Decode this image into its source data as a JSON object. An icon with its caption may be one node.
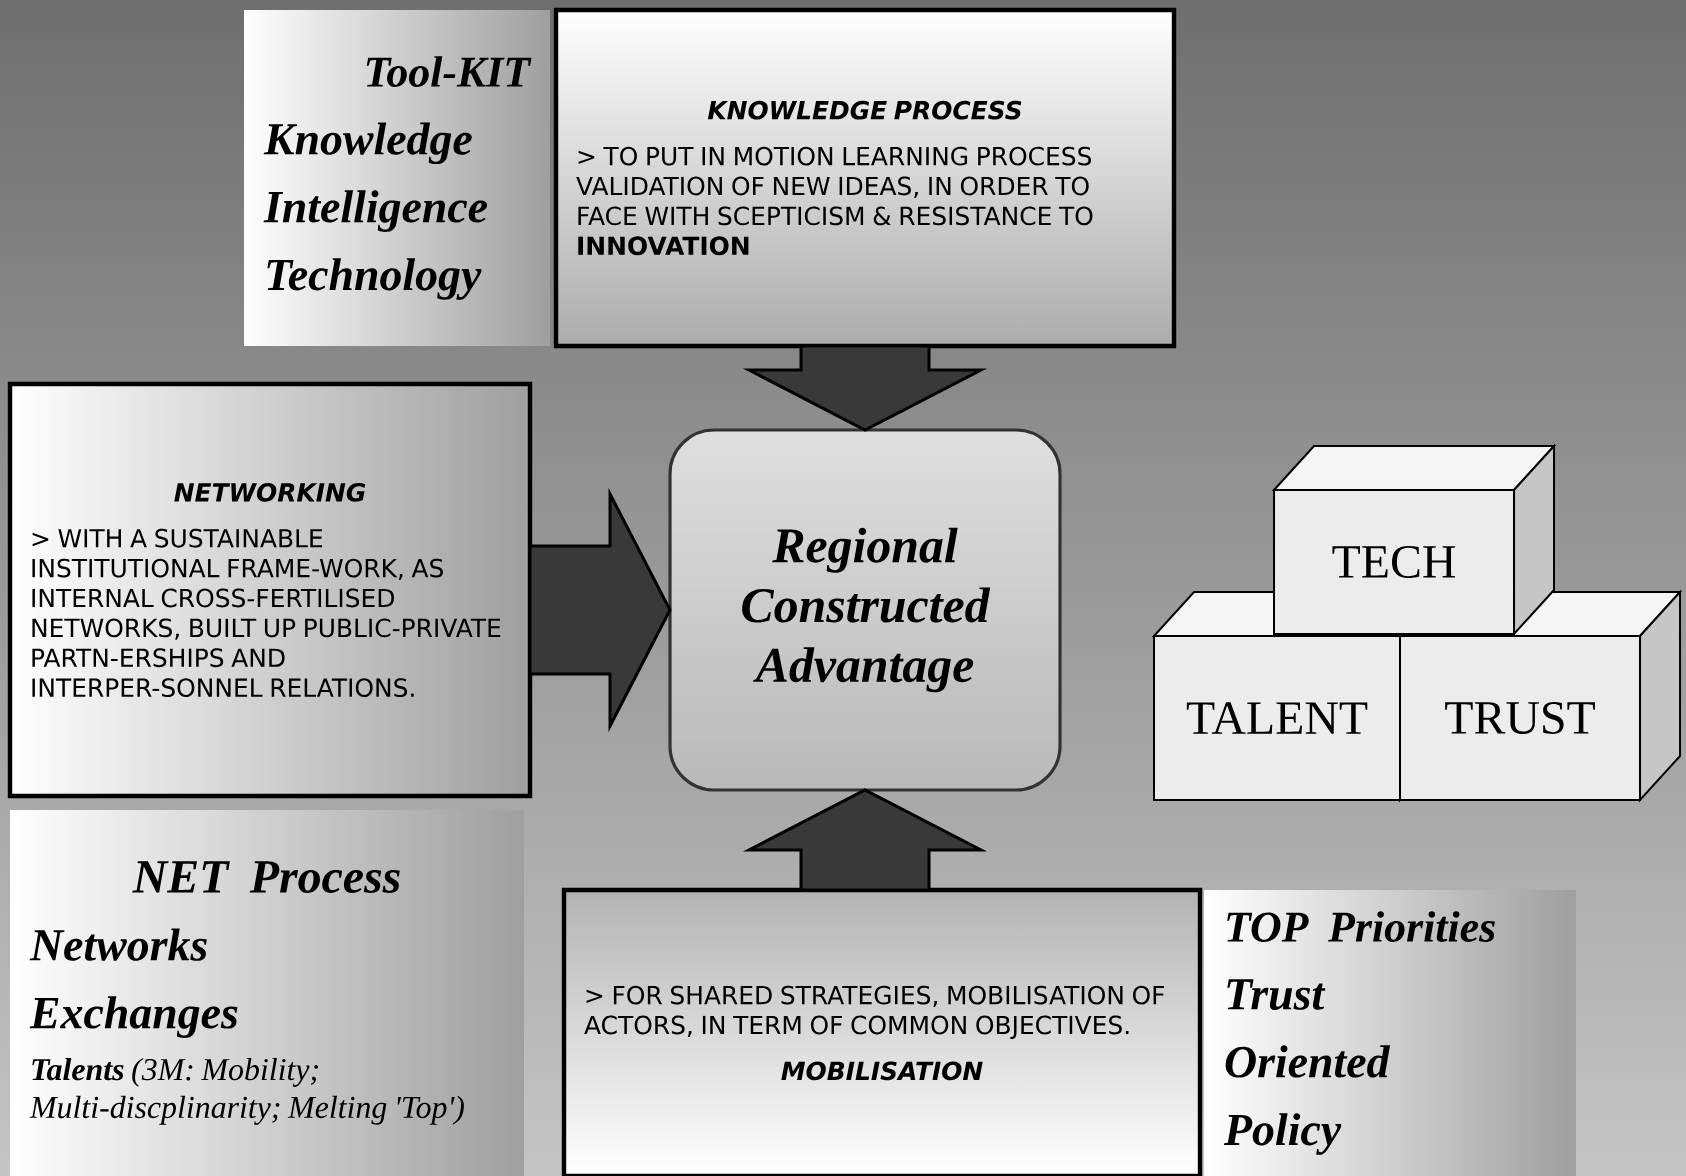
{
  "diagram": {
    "nodes": [
      {
        "text": [
          "Tool-KIT",
          "Knowledge",
          "Intelligence",
          "Technology"
        ]
      },
      {
        "text": [
          "KNOWLEDGE PROCESS",
          "> TO PUT IN MOTION LEARNING PROCESS VALIDATION OF NEW IDEAS, IN ORDER TO FACE WITH SCEPTICISM & RESISTANCE TO **INNOVATION**"
        ]
      },
      {
        "text": [
          "NETWORKING",
          "> WITH A SUSTAINABLE INSTITUTIONAL FRAME-WORK, AS INTERNAL CROSS-FERTILISED NETWORKS, BUILT UP PUBLIC-PRIVATE PARTN-ERSHIPS AND INTERPER-SONNEL RELATIONS."
        ]
      },
      {
        "text": [
          "Regional Constructed Advantage"
        ]
      },
      {
        "text": [
          "NET Process",
          "Networks",
          "Exchanges",
          "**Talents** (3M: Mobility; Multi-discplinarity; Melting 'Top')"
        ]
      },
      {
        "text": [
          "> FOR SHARED STRATEGIES, MOBILISATION OF ACTORS, IN TERM OF COMMON OBJECTIVES.",
          "MOBILISATION"
        ]
      },
      {
        "text": [
          "TOP Priorities",
          "Trust",
          "Oriented",
          "Policy"
        ]
      },
      {
        "text": [
          "TECH"
        ]
      },
      {
        "text": [
          "TALENT"
        ]
      },
      {
        "text": [
          "TRUST"
        ]
      }
    ],
    "edges": [
      {
        "from": 1,
        "to": 3,
        "arrow": "to"
      },
      {
        "from": 2,
        "to": 3,
        "arrow": "to"
      },
      {
        "from": 5,
        "to": 3,
        "arrow": "to"
      }
    ]
  }
}
